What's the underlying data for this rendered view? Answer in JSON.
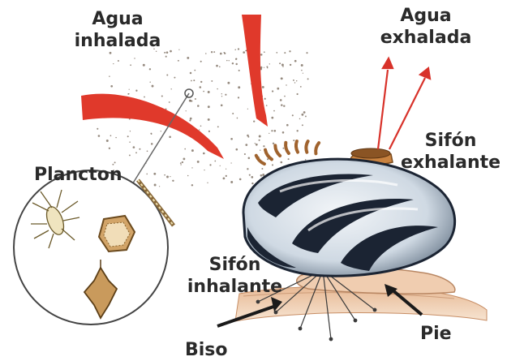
{
  "labels": {
    "agua_inhalada_1": "Agua",
    "agua_inhalada_2": "inhalada",
    "agua_exhalada_1": "Agua",
    "agua_exhalada_2": "exhalada",
    "plancton": "Plancton",
    "sifon_exhalante_1": "Sifón",
    "sifon_exhalante_2": "exhalante",
    "sifon_inhalante_1": "Sifón",
    "sifon_inhalante_2": "inhalante",
    "pie": "Pie",
    "biso": "Biso"
  },
  "colors": {
    "arrow_red": "#e0392b",
    "text": "#2a2a2a",
    "shell_dark": "#1b2433",
    "shell_light": "#dfe7ee",
    "sand": "#d9a57c",
    "siphon_orange": "#c9823f"
  }
}
